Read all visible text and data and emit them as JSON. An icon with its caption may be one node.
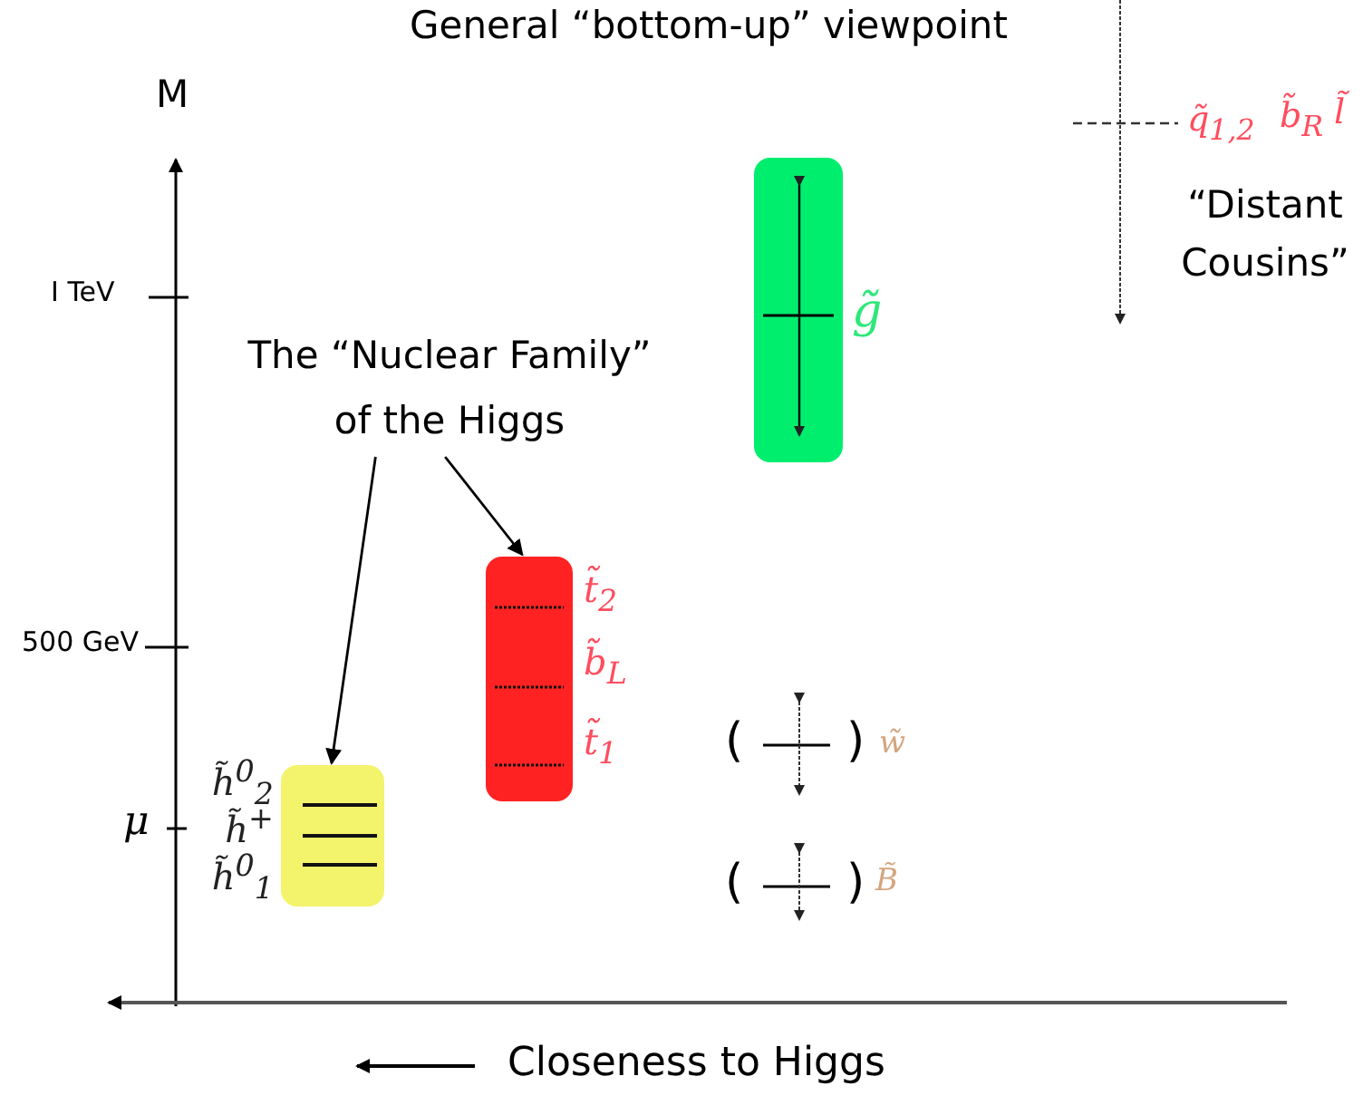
{
  "diagram": {
    "title": "General “bottom-up” viewpoint",
    "nodes": [
      {
        "text": [
          "The “Nuclear Family” of the Higgs"
        ]
      },
      {
        "text": [],
        "shape": "box",
        "beside": [
          "h̃$^{0}$$_{2}$",
          "h̃$^{+}$",
          "h̃$^{0}$$_{1}$"
        ]
      },
      {
        "text": [],
        "shape": "box",
        "beside": [
          "t̃$_{2}$",
          "b̃$_{L}$",
          "t̃$_{1}$"
        ]
      },
      {
        "text": [],
        "shape": "box",
        "beside": [
          "g̃"
        ]
      }
    ],
    "edges": [
      {
        "from": 0,
        "to": 1,
        "arrow": "to"
      },
      {
        "from": 0,
        "to": 2,
        "arrow": "to"
      }
    ],
    "labels": [
      "M",
      "I TeV",
      "500 GeV",
      "μ",
      "q̃$_{1,2}$",
      "b̃$_{R}$",
      "l̃",
      "“Distant Cousins”",
      "(",
      ")",
      "w̃",
      "(",
      ")",
      "B̃",
      "Closeness to Higgs"
    ]
  }
}
